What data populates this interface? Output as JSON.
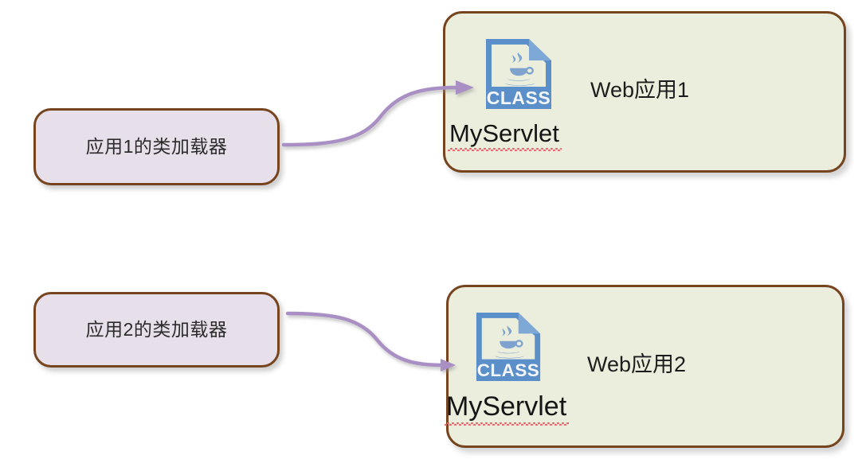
{
  "diagram": {
    "title": "Web application class loader isolation diagram",
    "background_color": "#ffffff",
    "colors": {
      "loader_box_fill": "#E7DFEA",
      "panel_fill": "#EBEEDD",
      "border_brown": "#76441F",
      "arrow_purple": "#A98FC4",
      "icon_blue": "#5B8FC9",
      "spellcheck_red": "#E8626A",
      "text_dark": "#1d1d1d"
    }
  },
  "loaders": [
    {
      "id": "loader-1",
      "label": "应用1的类加载器"
    },
    {
      "id": "loader-2",
      "label": "应用2的类加载器"
    }
  ],
  "webapps": [
    {
      "id": "webapp-1",
      "title": "Web应用1",
      "servlet_name": "MyServlet",
      "icon": {
        "name": "java-class-file-icon",
        "caption": "CLASS"
      }
    },
    {
      "id": "webapp-2",
      "title": "Web应用2",
      "servlet_name": "MyServlet",
      "icon": {
        "name": "java-class-file-icon",
        "caption": "CLASS"
      }
    }
  ],
  "connectors": [
    {
      "id": "arrow-1",
      "from": "loader-1",
      "to": "webapp-1",
      "direction": "right-up"
    },
    {
      "id": "arrow-2",
      "from": "loader-2",
      "to": "webapp-2",
      "direction": "right-down"
    }
  ]
}
